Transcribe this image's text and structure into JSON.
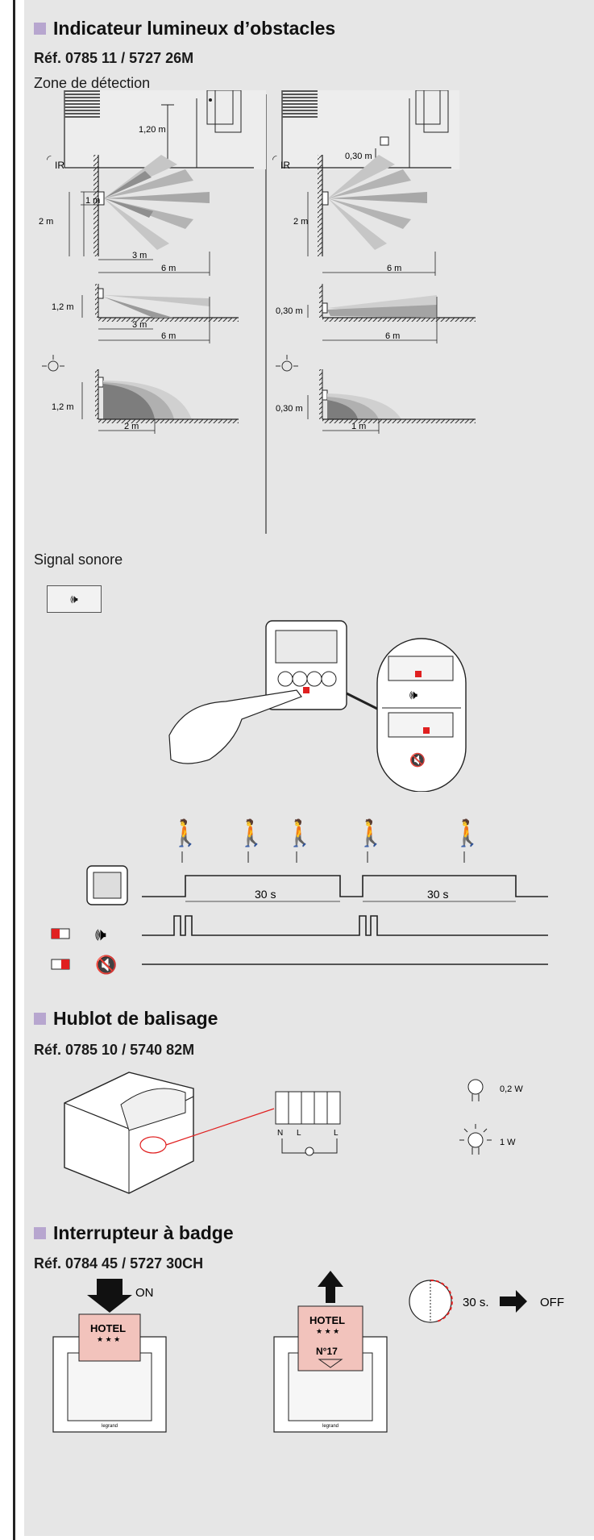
{
  "section1": {
    "title": "Indicateur lumineux d’obstacles",
    "ref": "Réf. 0785 11 / 5727 26M",
    "zone_label": "Zone de détection",
    "left": {
      "mount_height": "1,20 m",
      "ir_label": "IR",
      "dim_2m": "2 m",
      "dim_1m": "1 m",
      "dim_3m": "3 m",
      "dim_6m": "6 m",
      "side_h": "1,2 m",
      "side_3m": "3 m",
      "side_6m": "6 m",
      "light_h": "1,2 m",
      "light_2m": "2 m"
    },
    "right": {
      "mount_height": "0,30 m",
      "ir_label": "IR",
      "dim_2m": "2 m",
      "dim_6m": "6 m",
      "side_h": "0,30 m",
      "side_6m": "6 m",
      "light_h": "0,30 m",
      "light_1m": "1 m"
    },
    "signal_label": "Signal sonore",
    "timeline": {
      "d1": "30 s",
      "d2": "30 s"
    }
  },
  "section2": {
    "title": "Hublot de balisage",
    "ref": "Réf. 0785 10 / 5740 82M",
    "power_low": "0,2 W",
    "power_high": "1 W",
    "wiring_n": "N",
    "wiring_l1": "L",
    "wiring_l2": "L"
  },
  "section3": {
    "title": "Interrupteur à badge",
    "ref": "Réf. 0784 45 / 5727 30CH",
    "on_label": "ON",
    "card_text": "HOTEL",
    "card_stars": "★ ★ ★",
    "card_number": "N°17",
    "brand": "legrand",
    "timer_label": "30 s.",
    "off_label": "OFF"
  },
  "colors": {
    "accent": "#b7a6cf",
    "card": "#f2c3bc",
    "red": "#e02020",
    "panel": "#e6e6e6"
  }
}
